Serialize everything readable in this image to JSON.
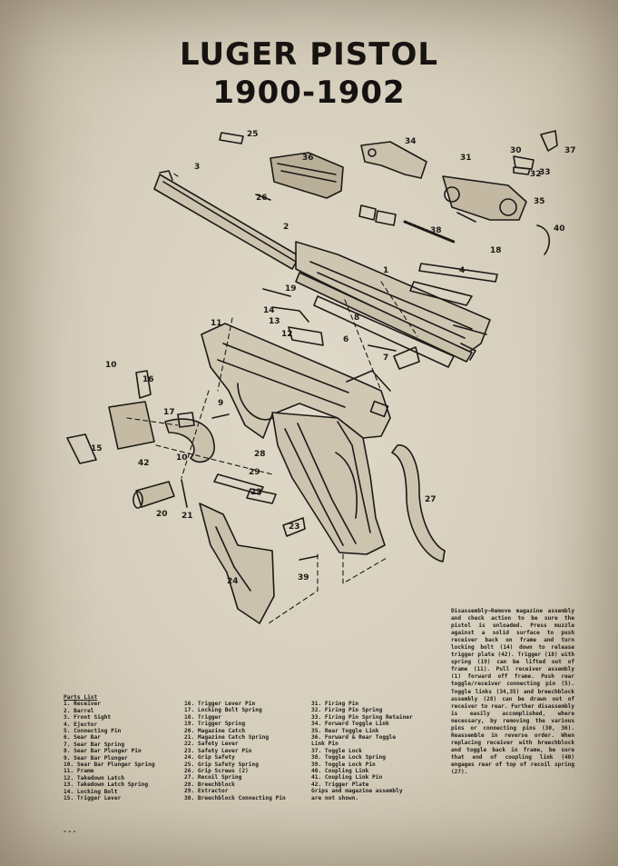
{
  "title": {
    "line1": "LUGER PISTOL",
    "line2": "1900-1902"
  },
  "colors": {
    "paper": "#d9d2c2",
    "ink": "#1c1a17"
  },
  "callouts": [
    "25",
    "36",
    "34",
    "30",
    "31",
    "32",
    "37",
    "3",
    "26",
    "2",
    "35",
    "33",
    "40",
    "38",
    "18",
    "4",
    "1",
    "19",
    "11",
    "14",
    "13",
    "12",
    "8",
    "6",
    "7",
    "10",
    "16",
    "17",
    "9",
    "42",
    "15",
    "28",
    "29",
    "21",
    "22",
    "20",
    "24",
    "23",
    "27",
    "39"
  ],
  "parts_list": {
    "heading": "Parts List",
    "col1": [
      "1. Receiver",
      "2. Barrel",
      "3. Front Sight",
      "4. Ejector",
      "5. Connecting Pin",
      "6. Sear Bar",
      "7. Sear Bar Spring",
      "8. Sear Bar Plunger Pin",
      "9. Sear Bar Plunger",
      "10. Sear Bar Plunger Spring",
      "11. Frame",
      "12. Takedown Latch",
      "13. Takedown Latch Spring",
      "14. Locking Bolt",
      "15. Trigger Lever"
    ],
    "col2": [
      "16. Trigger Lever Pin",
      "17. Locking Bolt Spring",
      "18. Trigger",
      "19. Trigger Spring",
      "20. Magazine Catch",
      "21. Magazine Catch Spring",
      "22. Safety Lever",
      "23. Safety Lever Pin",
      "24. Grip Safety",
      "25. Grip Safety Spring",
      "26. Grip Screws (2)",
      "27. Recoil Spring",
      "28. Breechblock",
      "29. Extractor",
      "30. Breechblock Connecting Pin"
    ],
    "col3": [
      "31. Firing Pin",
      "32. Firing Pin Spring",
      "33. Firing Pin Spring Retainer",
      "34. Forward Toggle Link",
      "35. Rear Toggle Link",
      "36. Forward & Rear Toggle",
      "Link Pin",
      "37. Toggle Lock",
      "38. Toggle Lock Spring",
      "39. Toggle Lock Pin",
      "40. Coupling Link",
      "41. Coupling Link Pin",
      "42. Trigger Plate",
      "Grips and magazine assembly",
      "are not shown."
    ]
  },
  "disassembly": "Disassembly—Remove magazine assembly and check action to be sure the pistol is unloaded. Press muzzle against a solid surface to push receiver back on frame and turn locking bolt (14) down to release trigger plate (42). Trigger (18) with spring (19) can be lifted out of frame (11). Pull receiver assembly (1) forward off frame. Push rear toggle/receiver connecting pin (5). Toggle links (34,35) and breechblock assembly (28) can be drawn out of receiver to rear. Further disassembly is easily accomplished, where necessary, by removing the various pins or connecting pins (30, 36). Reassemble in reverse order. When replacing receiver with breechblock and toggle back in frame, be sure that end of coupling link (40) engages rear of top of recoil spring (27).",
  "end_mark": "- - -"
}
